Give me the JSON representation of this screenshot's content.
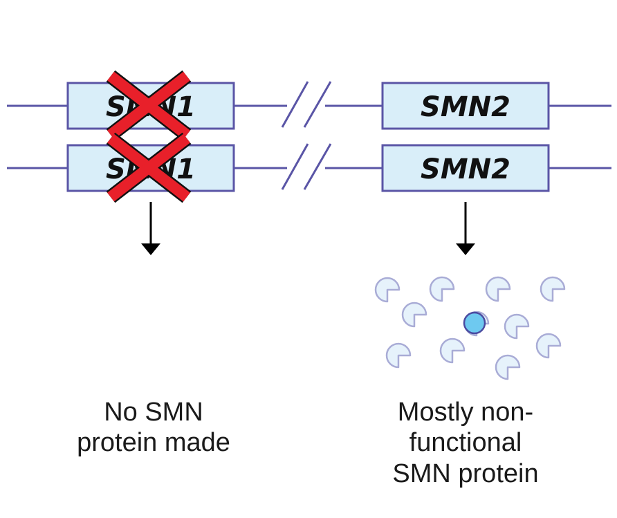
{
  "genes": {
    "smn1_top": "SMN1",
    "smn1_bottom": "SMN1",
    "smn2_top": "SMN2",
    "smn2_bottom": "SMN2"
  },
  "captions": {
    "left_line1": "No SMN",
    "left_line2": "protein made",
    "right_line1": "Mostly non-",
    "right_line2": "functional",
    "right_line3": "SMN protein"
  },
  "proteins": {
    "nonfunctional_count": 11,
    "functional_count": 1
  },
  "colors": {
    "gene_box_fill": "#d9eef9",
    "gene_box_stroke": "#5a55a6",
    "chromosome_line": "#5a55a6",
    "deletion_cross": "#e8202a",
    "deletion_cross_outline": "#111111",
    "arrow": "#000000",
    "nonfunctional_protein_fill": "#e6f2fb",
    "nonfunctional_protein_stroke": "#a9acd6",
    "functional_protein_fill": "#6ec9f0",
    "functional_protein_stroke": "#4a4aa0"
  }
}
